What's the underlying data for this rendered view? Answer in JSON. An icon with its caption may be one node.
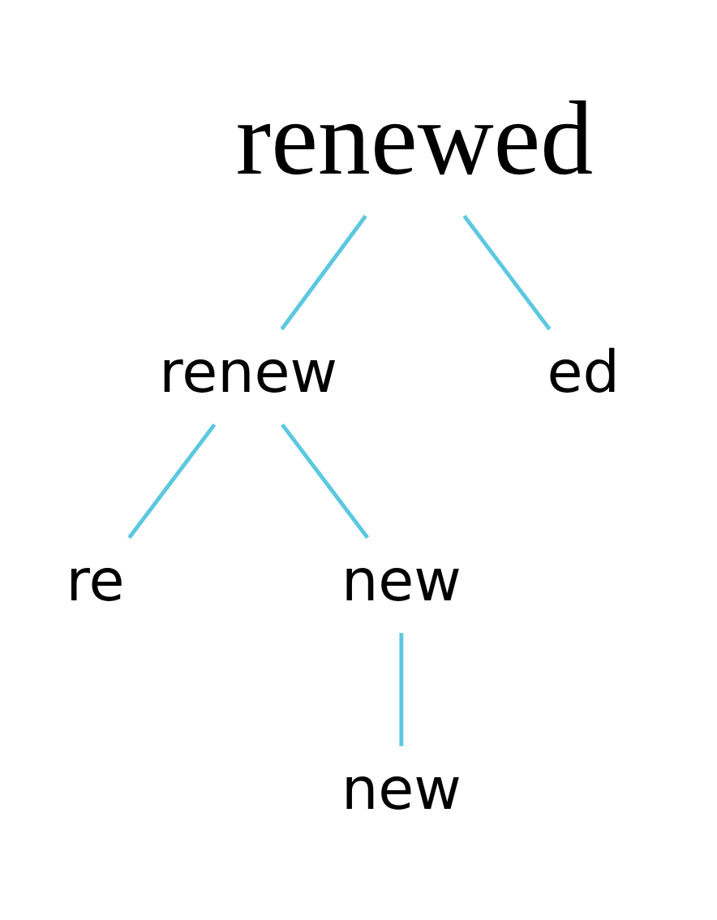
{
  "diagram": {
    "nodes": [
      {
        "text": [
          "renewed"
        ]
      },
      {
        "text": [
          "renew"
        ]
      },
      {
        "text": [
          "ed"
        ]
      },
      {
        "text": [
          "re"
        ]
      },
      {
        "text": [
          "new"
        ]
      },
      {
        "text": [
          "new"
        ]
      }
    ],
    "edges": [
      {
        "from": 0,
        "to": 1,
        "arrow": "none"
      },
      {
        "from": 0,
        "to": 2,
        "arrow": "none"
      },
      {
        "from": 1,
        "to": 3,
        "arrow": "none"
      },
      {
        "from": 1,
        "to": 4,
        "arrow": "none"
      },
      {
        "from": 4,
        "to": 5,
        "arrow": "none"
      }
    ]
  }
}
